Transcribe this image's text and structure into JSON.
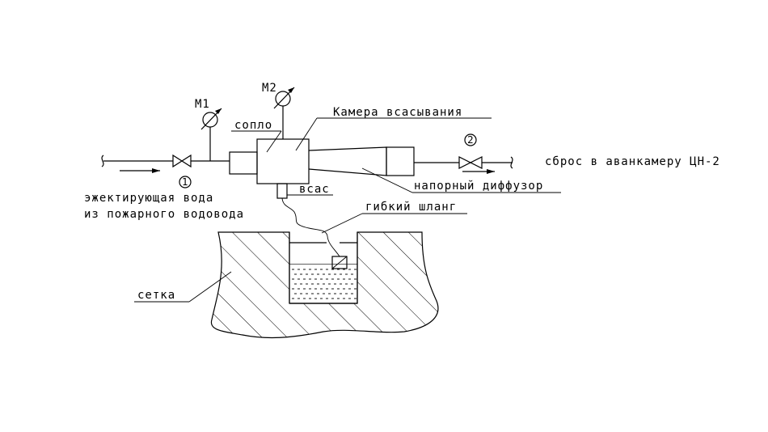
{
  "labels": {
    "gauge_m1": "M1",
    "gauge_m2": "M2",
    "suction_chamber": "Камера всасывания",
    "nozzle": "сопло",
    "suction": "всас",
    "pressure_diffuser": "напорный диффузор",
    "flexible_hose": "гибкий шланг",
    "discharge": "сброс в аванкамеру ЦН-2",
    "ejecting_water_line1": "эжектирующая вода",
    "ejecting_water_line2": "из пожарного водовода",
    "mesh": "сетка",
    "valve_1": "1",
    "valve_2": "2"
  }
}
